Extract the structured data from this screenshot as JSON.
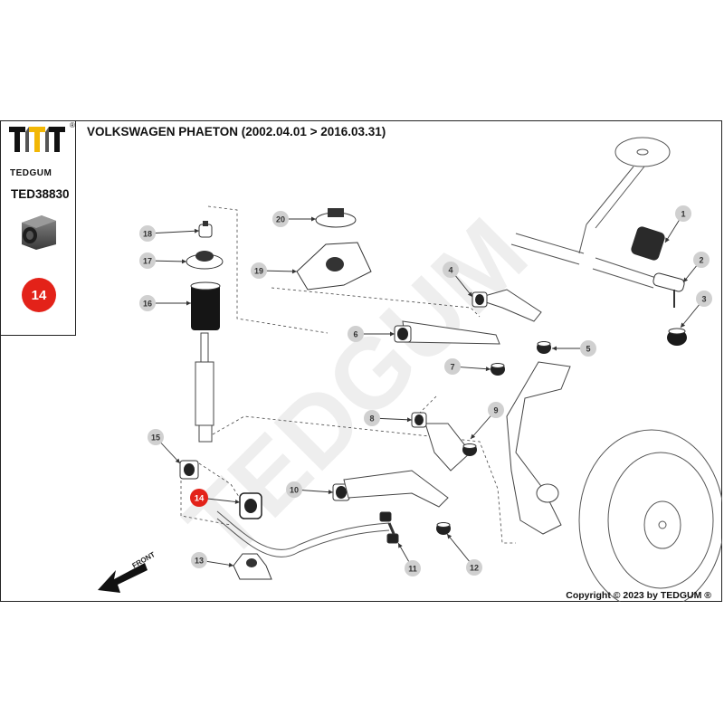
{
  "header": {
    "brand": "TEDGUM",
    "registered": "®",
    "part_code": "TED38830",
    "highlight_number": "14",
    "title": "VOLKSWAGEN PHAETON  (2002.04.01 > 2016.03.31)"
  },
  "watermark": "TEDGUM",
  "front_label": "FRONT",
  "copyright": "Copyright © 2023 by TEDGUM ®",
  "colors": {
    "highlight": "#e32219",
    "callout": "#d0d0d0",
    "line": "#333333"
  },
  "callouts": [
    {
      "id": "1",
      "label": "1"
    },
    {
      "id": "2",
      "label": "2"
    },
    {
      "id": "3",
      "label": "3"
    },
    {
      "id": "4",
      "label": "4"
    },
    {
      "id": "5",
      "label": "5"
    },
    {
      "id": "6",
      "label": "6"
    },
    {
      "id": "7",
      "label": "7"
    },
    {
      "id": "8",
      "label": "8"
    },
    {
      "id": "9",
      "label": "9"
    },
    {
      "id": "10",
      "label": "10"
    },
    {
      "id": "11",
      "label": "11"
    },
    {
      "id": "12",
      "label": "12"
    },
    {
      "id": "13",
      "label": "13"
    },
    {
      "id": "14",
      "label": "14"
    },
    {
      "id": "15",
      "label": "15"
    },
    {
      "id": "16",
      "label": "16"
    },
    {
      "id": "17",
      "label": "17"
    },
    {
      "id": "18",
      "label": "18"
    },
    {
      "id": "19",
      "label": "19"
    },
    {
      "id": "20",
      "label": "20"
    }
  ]
}
